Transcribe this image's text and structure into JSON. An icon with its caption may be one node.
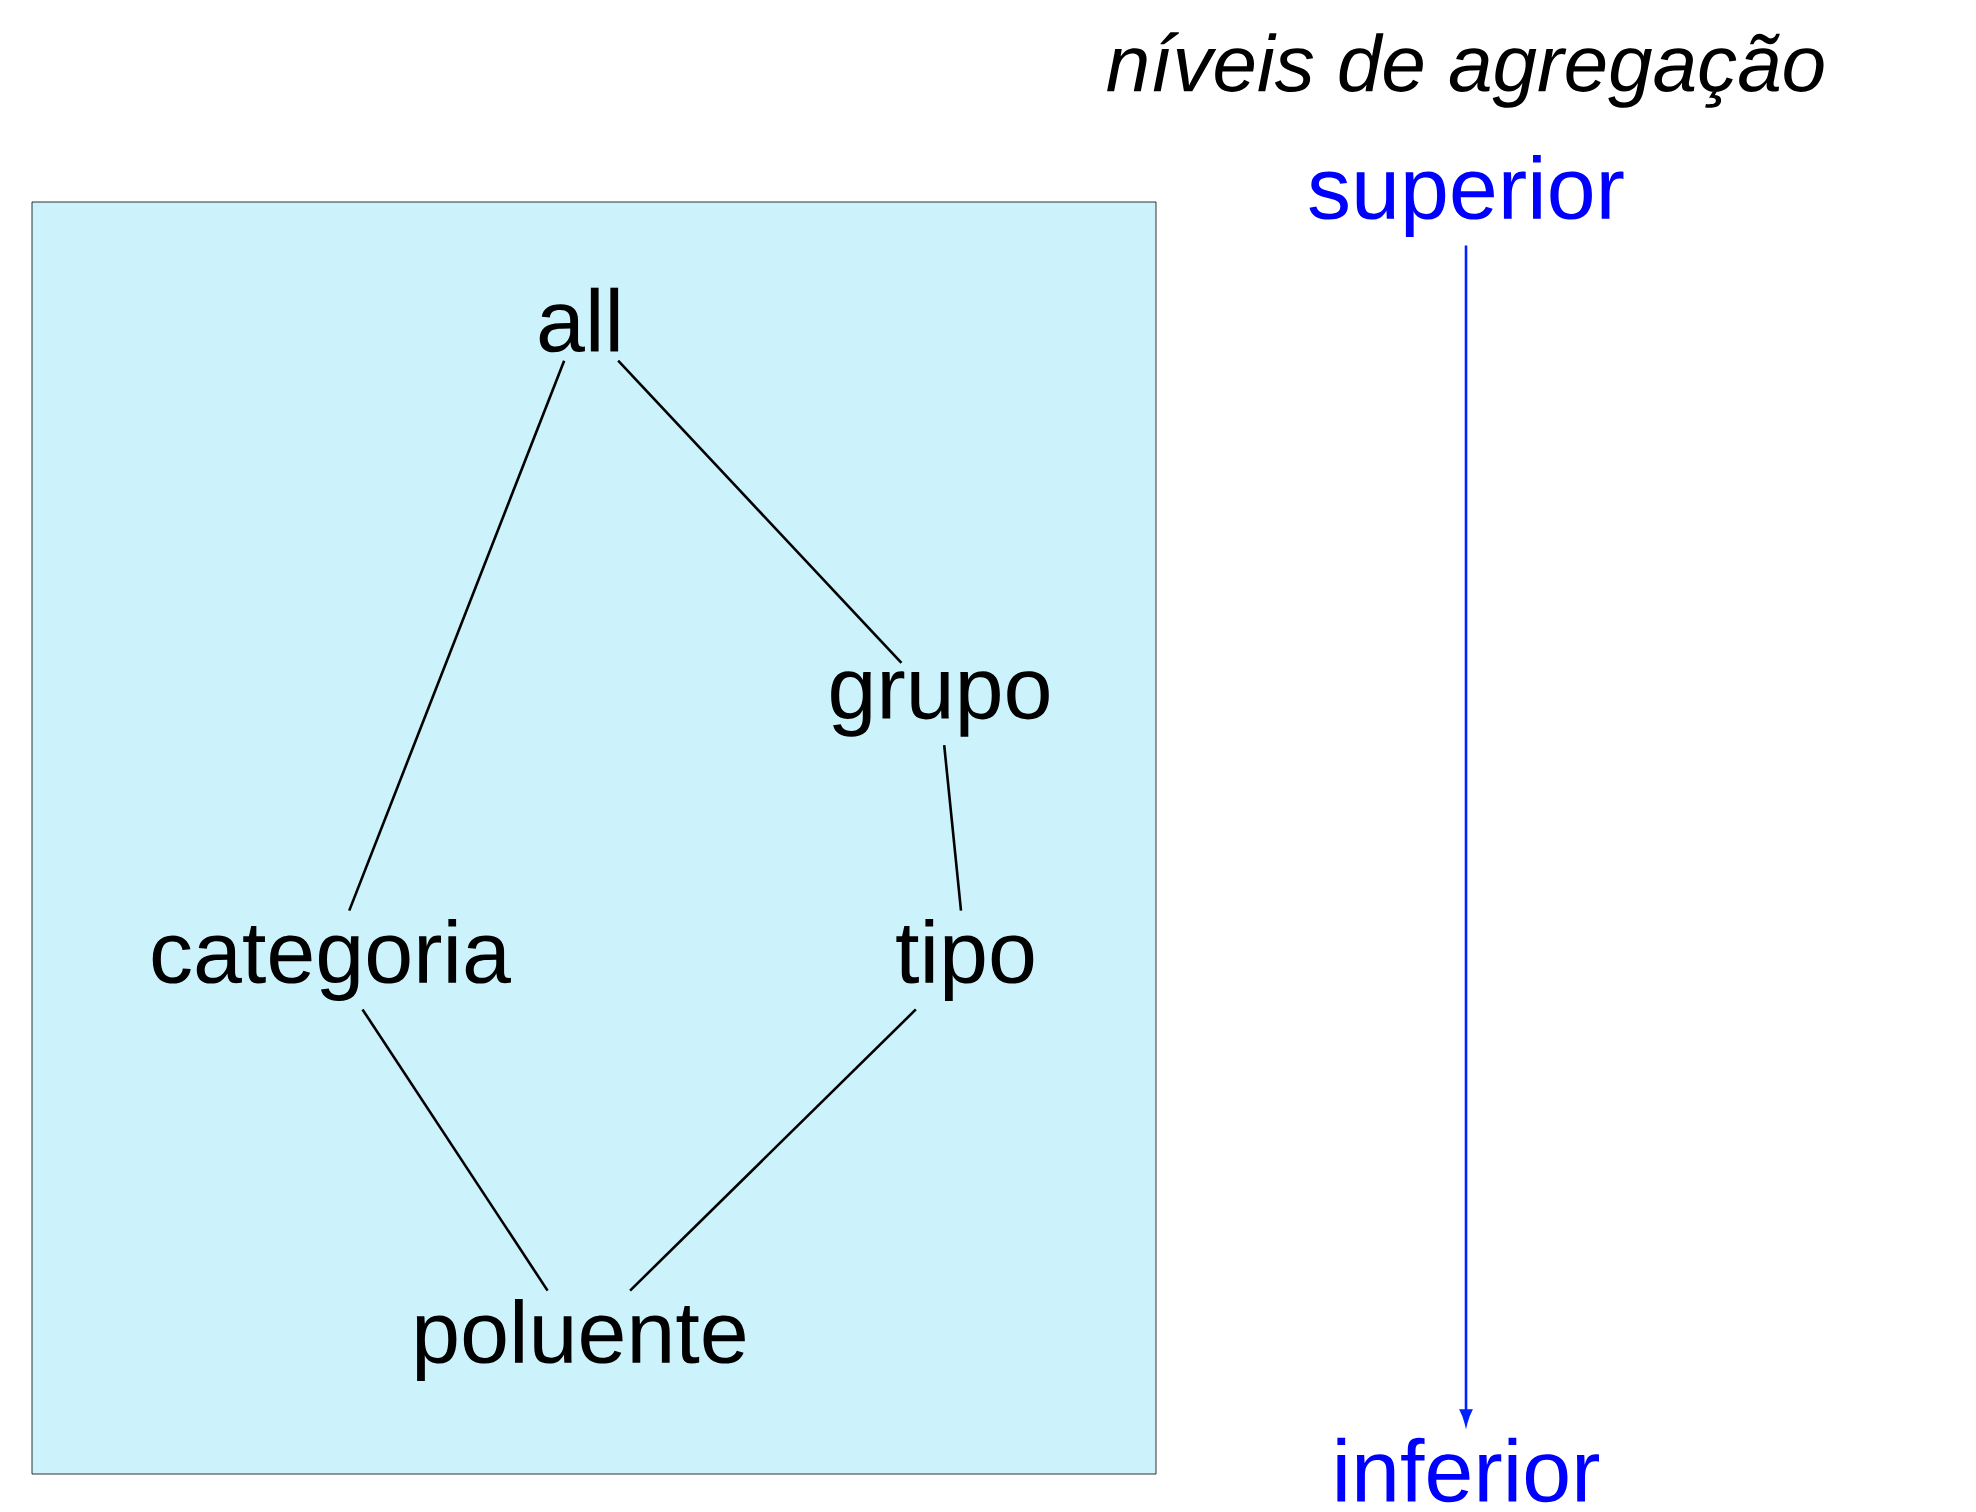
{
  "diagram": {
    "title": "níveis de agregação",
    "nodes": [
      {
        "text": [],
        "shape": "box"
      },
      {
        "text": [
          "all"
        ],
        "in": 0
      },
      {
        "text": [
          "grupo"
        ],
        "in": 0
      },
      {
        "text": [
          "categoria"
        ],
        "in": 0
      },
      {
        "text": [
          "tipo"
        ],
        "in": 0
      },
      {
        "text": [
          "poluente"
        ],
        "in": 0
      },
      {
        "text": [
          "superior"
        ]
      },
      {
        "text": [
          "inferior"
        ]
      }
    ],
    "edges": [
      {
        "from": 1,
        "to": 3,
        "arrow": "none"
      },
      {
        "from": 1,
        "to": 2,
        "arrow": "none"
      },
      {
        "from": 2,
        "to": 4,
        "arrow": "none"
      },
      {
        "from": 3,
        "to": 5,
        "arrow": "none"
      },
      {
        "from": 4,
        "to": 5,
        "arrow": "none"
      },
      {
        "from": 6,
        "to": 7,
        "arrow": "to",
        "color": "#0022ff"
      }
    ]
  }
}
